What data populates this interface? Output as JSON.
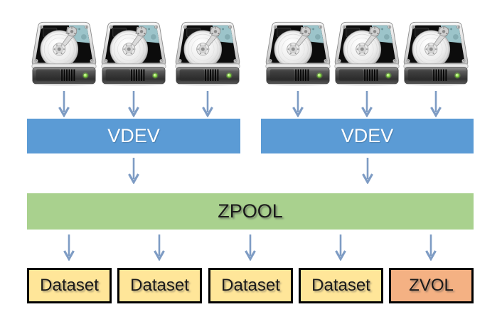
{
  "colors": {
    "background": "#FFFFFF",
    "vdev_fill": "#5B9BD5",
    "vdev_text": "#FFFFFF",
    "zpool_fill": "#A9D18E",
    "dataset_fill": "#FFE699",
    "zvol_fill": "#F4B183",
    "leaf_border": "#000000",
    "label_text": "#1A1A1A",
    "arrow": "#7E9CC4"
  },
  "drives": {
    "icon": "hard-drive-icon",
    "count": 6,
    "groups": [
      3,
      3
    ]
  },
  "vdevs": [
    {
      "label": "VDEV"
    },
    {
      "label": "VDEV"
    }
  ],
  "zpool": {
    "label": "ZPOOL"
  },
  "leaves": [
    {
      "label": "Dataset",
      "type": "dataset"
    },
    {
      "label": "Dataset",
      "type": "dataset"
    },
    {
      "label": "Dataset",
      "type": "dataset"
    },
    {
      "label": "Dataset",
      "type": "dataset"
    },
    {
      "label": "ZVOL",
      "type": "zvol"
    }
  ]
}
